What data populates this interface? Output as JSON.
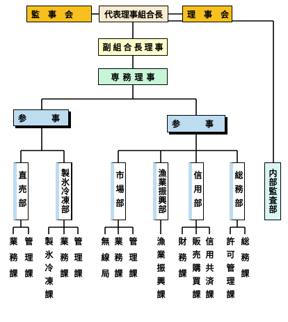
{
  "top": {
    "audit": "監　事　会",
    "president": "代表理事組合長",
    "board": "理　事　会"
  },
  "vice_president": "副組合長理事",
  "managing_director": "専務理事",
  "counselor_left": "参　　事",
  "counselor_right": "参　　事",
  "internal_audit": "内部監査部",
  "departments": [
    {
      "id": "direct-sales",
      "label": "直売部"
    },
    {
      "id": "ice-freezing",
      "label": "製氷冷凍部"
    },
    {
      "id": "market",
      "label": "市場部"
    },
    {
      "id": "fishery-promotion",
      "label": "漁業振興部"
    },
    {
      "id": "credit",
      "label": "信用部"
    },
    {
      "id": "general-affairs",
      "label": "総務部"
    }
  ],
  "sections": [
    {
      "id": "business",
      "label": "業務課"
    },
    {
      "id": "management-a",
      "label": "管理課"
    },
    {
      "id": "ice-freezing-sec",
      "label": "製氷冷凍課"
    },
    {
      "id": "business-b",
      "label": "業務課"
    },
    {
      "id": "management-b",
      "label": "管理課"
    },
    {
      "id": "radio",
      "label": "無線局"
    },
    {
      "id": "business-c",
      "label": "業務課"
    },
    {
      "id": "management-c",
      "label": "管理課"
    },
    {
      "id": "fishery-promotion-sec",
      "label": "漁業振興課"
    },
    {
      "id": "finance",
      "label": "財務課"
    },
    {
      "id": "sales-purchase",
      "label": "販売購買課"
    },
    {
      "id": "credit-mutual",
      "label": "信用共済課"
    },
    {
      "id": "license",
      "label": "許可管理課"
    },
    {
      "id": "general",
      "label": "総務課"
    }
  ]
}
